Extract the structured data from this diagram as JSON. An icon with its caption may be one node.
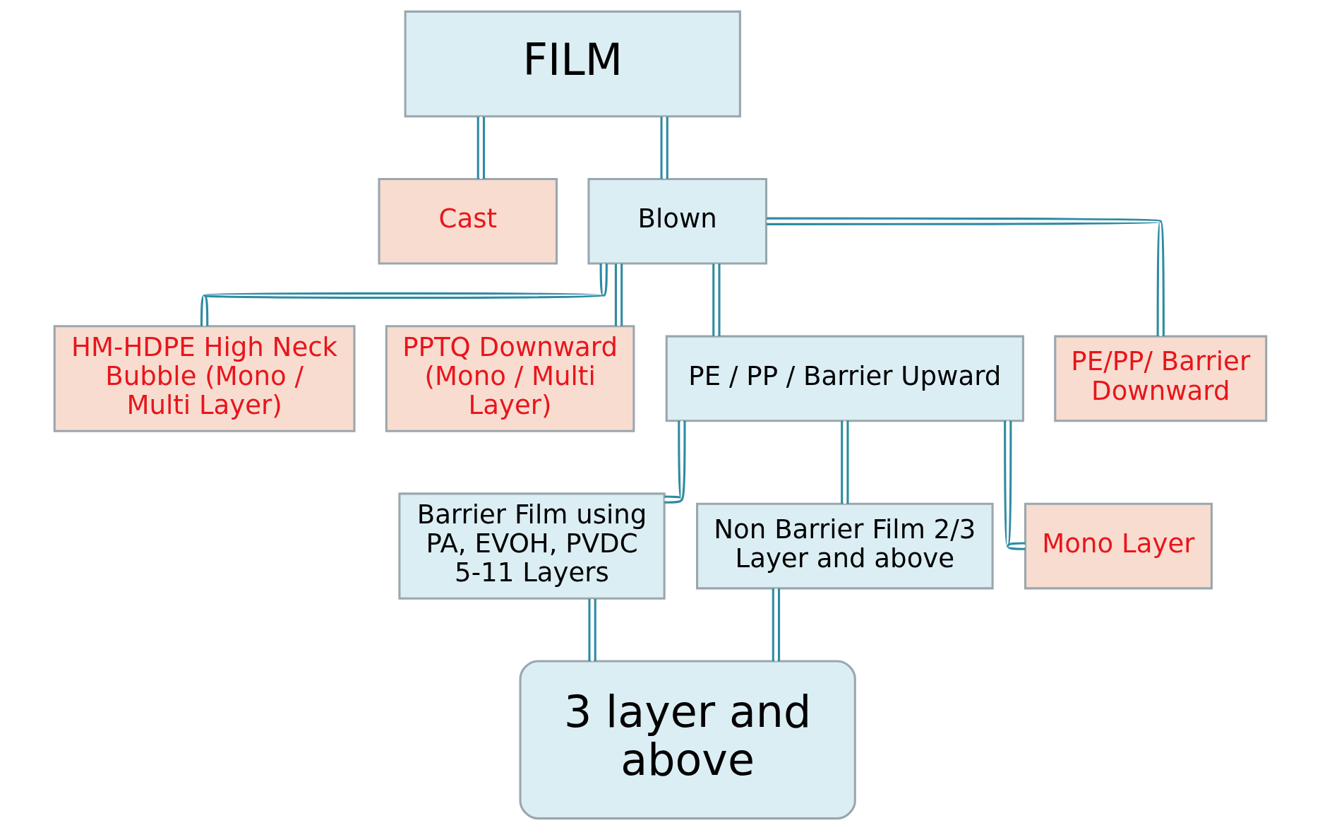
{
  "diagram": {
    "nodes": [
      {
        "text": [
          "FILM"
        ]
      },
      {
        "text": [
          "Cast"
        ]
      },
      {
        "text": [
          "Blown"
        ]
      },
      {
        "text": [
          "HM-HDPE High Neck Bubble (Mono / Multi Layer)"
        ]
      },
      {
        "text": [
          "PPTQ Downward (Mono / Multi Layer)"
        ]
      },
      {
        "text": [
          "PE / PP / Barrier Upward"
        ]
      },
      {
        "text": [
          "PE/PP/ Barrier Downward"
        ]
      },
      {
        "text": [
          "Barrier Film using PA, EVOH, PVDC 5-11 Layers"
        ]
      },
      {
        "text": [
          "Non Barrier Film 2/3 Layer and above"
        ]
      },
      {
        "text": [
          "Mono Layer"
        ]
      },
      {
        "text": [
          "3 layer and above"
        ]
      }
    ],
    "edges": [
      {
        "from": 0,
        "to": 1,
        "arrow": "none"
      },
      {
        "from": 0,
        "to": 2,
        "arrow": "none"
      },
      {
        "from": 2,
        "to": 3,
        "arrow": "none"
      },
      {
        "from": 2,
        "to": 4,
        "arrow": "none"
      },
      {
        "from": 2,
        "to": 5,
        "arrow": "none"
      },
      {
        "from": 2,
        "to": 6,
        "arrow": "none"
      },
      {
        "from": 5,
        "to": 7,
        "arrow": "none"
      },
      {
        "from": 5,
        "to": 8,
        "arrow": "none"
      },
      {
        "from": 5,
        "to": 9,
        "arrow": "none"
      },
      {
        "from": 7,
        "to": 10,
        "arrow": "none"
      },
      {
        "from": 8,
        "to": 10,
        "arrow": "none"
      }
    ]
  }
}
